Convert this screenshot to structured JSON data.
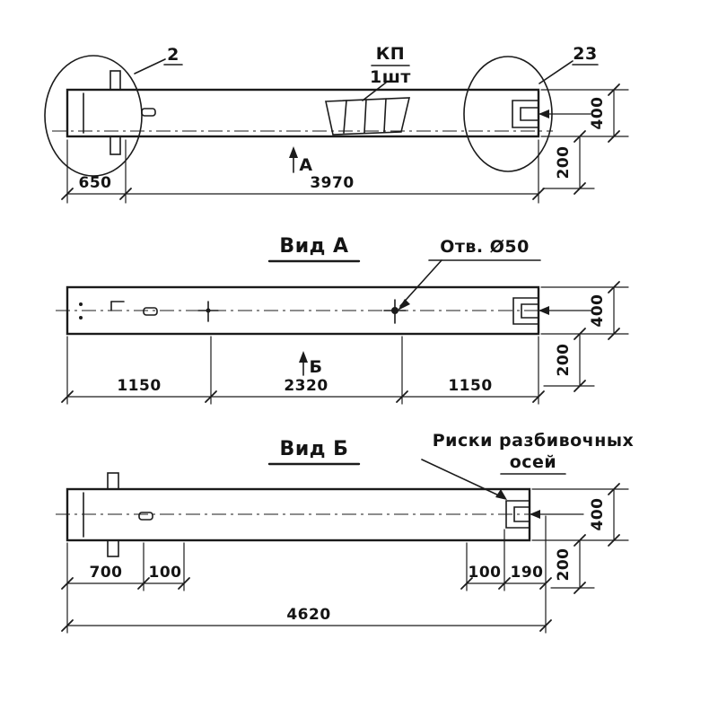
{
  "drawing": {
    "top": {
      "balloon_left_label": "2",
      "balloon_right_label": "23",
      "kp_label": "КП",
      "kp_qty": "1шт",
      "section_label": "А",
      "dim_650": "650",
      "dim_3970": "3970",
      "dim_400": "400",
      "dim_200": "200"
    },
    "view_a": {
      "title": "Вид А",
      "hole_label": "Отв. Ø50",
      "section_label": "Б",
      "dims": [
        "1150",
        "2320",
        "1150"
      ],
      "dim_400": "400",
      "dim_200": "200"
    },
    "view_b": {
      "title": "Вид Б",
      "note_line1": "Риски разбивочных",
      "note_line2": "осей",
      "dims": [
        "700",
        "100",
        "100",
        "190"
      ],
      "dim_total": "4620",
      "dim_400": "400",
      "dim_200": "200"
    }
  }
}
